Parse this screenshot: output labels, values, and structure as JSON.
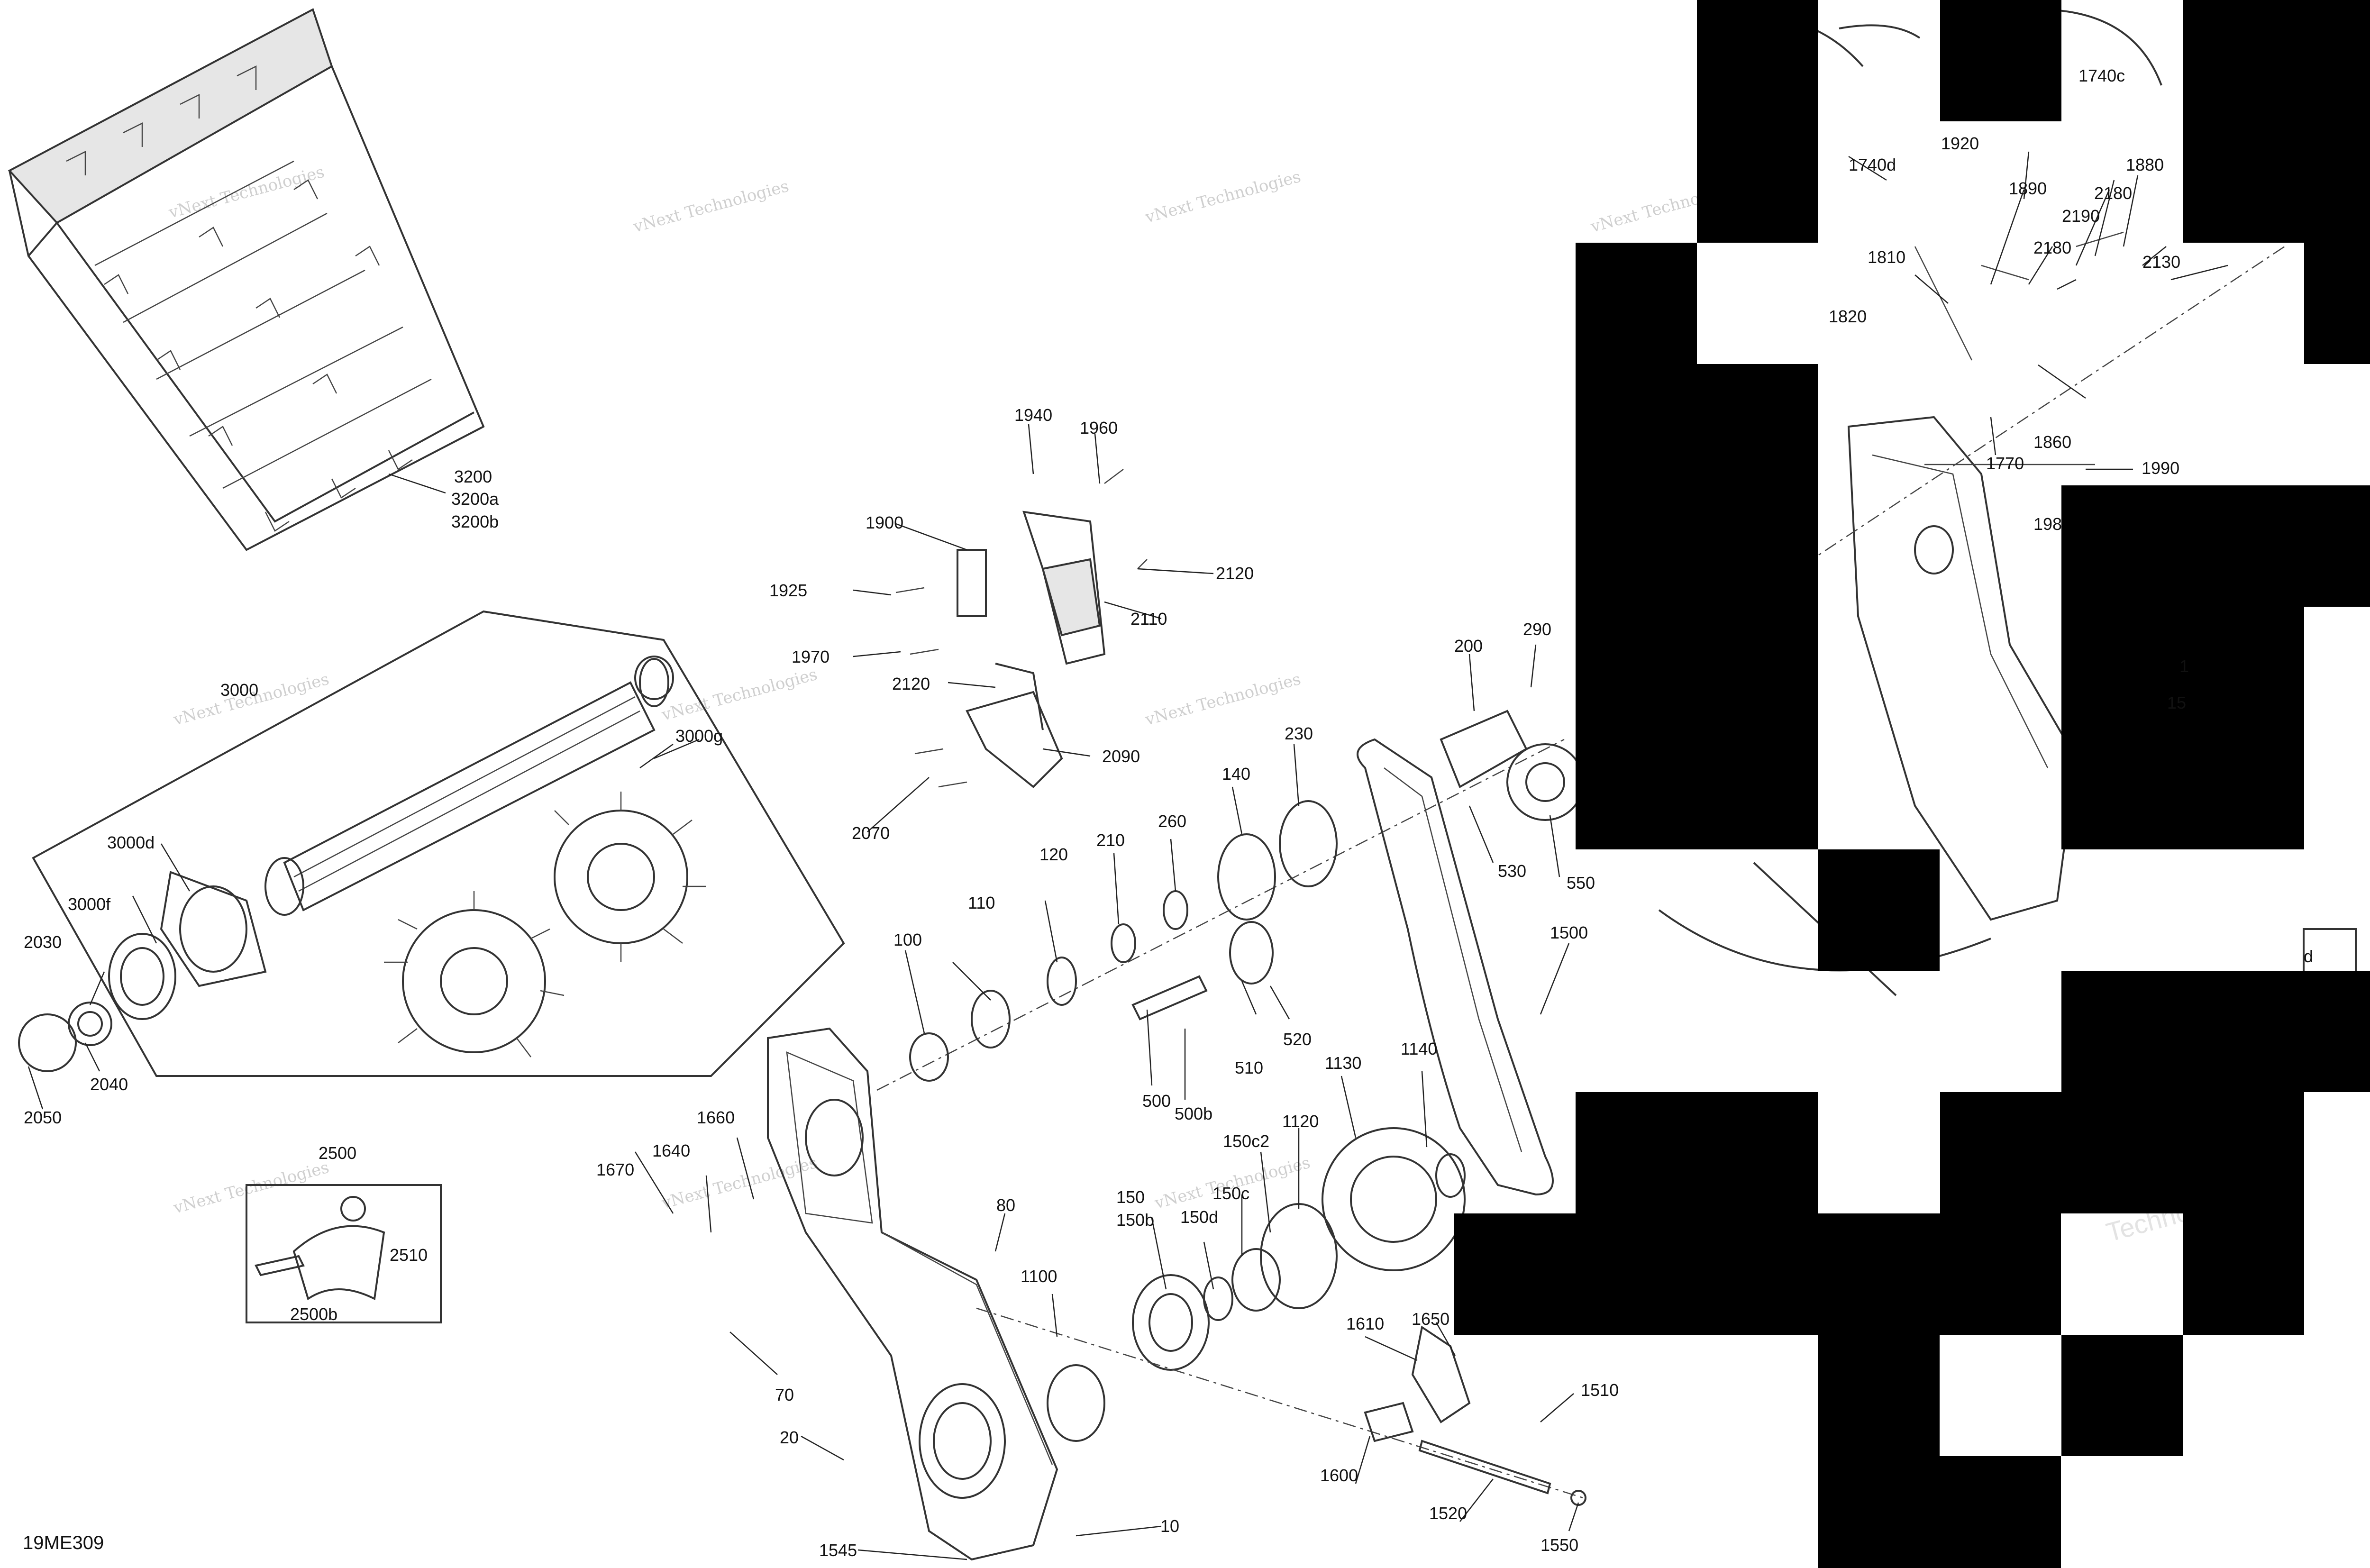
{
  "document": {
    "id": "19ME309"
  },
  "watermark": {
    "line1": "vNext Technologies",
    "line2": "vNext",
    "line3": "Technologies"
  },
  "callouts": {
    "p10": "10",
    "p20": "20",
    "p70": "70",
    "p80": "80",
    "p100": "100",
    "p110": "110",
    "p120": "120",
    "p140": "140",
    "p150": "150",
    "p150b": "150b",
    "p150c": "150c",
    "p150c2": "150c2",
    "p150d": "150d",
    "p200": "200",
    "p210": "210",
    "p230": "230",
    "p260": "260",
    "p290": "290",
    "p500": "500",
    "p500b": "500b",
    "p510": "510",
    "p520": "520",
    "p530": "530",
    "p550": "550",
    "p1100": "1100",
    "p1120": "1120",
    "p1130": "1130",
    "p1140": "1140",
    "p1500": "1500",
    "p1510": "1510",
    "p1520": "1520",
    "p1545": "1545",
    "p1550": "1550",
    "p1600": "1600",
    "p1610": "1610",
    "p1640": "1640",
    "p1650": "1650",
    "p1660": "1660",
    "p1670": "1670",
    "p1740c": "1740c",
    "p1740d": "1740d",
    "p1770": "1770",
    "p1810": "1810",
    "p1820": "1820",
    "p1860": "1860",
    "p1880": "1880",
    "p1890": "1890",
    "p1900": "1900",
    "p1920": "1920",
    "p1925": "1925",
    "p1940": "1940",
    "p1960": "1960",
    "p1970": "1970",
    "p198": "198",
    "p1990": "1990",
    "p2030": "2030",
    "p2040": "2040",
    "p2050": "2050",
    "p2070": "2070",
    "p2090": "2090",
    "p2110": "2110",
    "p2120a": "2120",
    "p2120b": "2120",
    "p2130": "2130",
    "p2180a": "2180",
    "p2180b": "2180",
    "p2190": "2190",
    "p2500": "2500",
    "p2500b": "2500b",
    "p2510": "2510",
    "p3000": "3000",
    "p3000d": "3000d",
    "p3000f": "3000f",
    "p3000g": "3000g",
    "p3200": "3200",
    "p3200a": "3200a",
    "p3200b": "3200b",
    "p15": "15",
    "p1": "1",
    "pd": "d"
  }
}
